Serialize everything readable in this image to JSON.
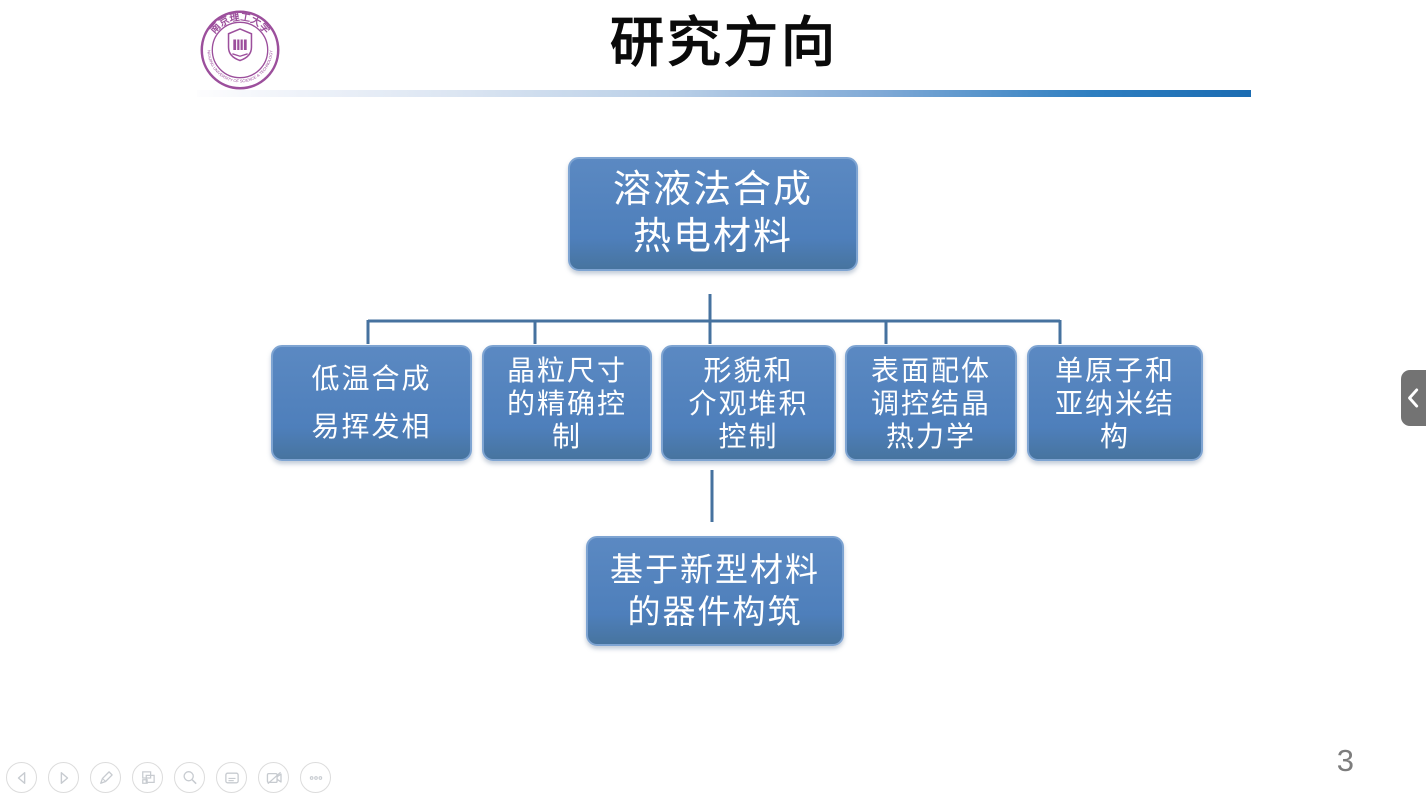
{
  "slide": {
    "title": "研究方向",
    "page_number": "3",
    "logo": {
      "icon": "university-seal-icon",
      "color": "#9c4f9c",
      "text_top": "南京理工大学",
      "text_bottom": "NANJING UNIVERSITY OF SCIENCE & TECHNOLOGY"
    },
    "accent_rule": {
      "start_color": "#fdfdfe",
      "end_color": "#1b6cb2"
    }
  },
  "diagram": {
    "type": "hierarchy",
    "node_fill": "#4e7fbb",
    "node_border": "#7ea4d2",
    "text_color": "#ffffff",
    "connector_color": "#46729f",
    "root": {
      "label": "溶液法合成\n热电材料"
    },
    "children": [
      {
        "label": "低温合成\n易挥发相"
      },
      {
        "label": "晶粒尺寸\n的精确控\n制"
      },
      {
        "label": "形貌和\n介观堆积\n控制"
      },
      {
        "label": "表面配体\n调控结晶\n热力学"
      },
      {
        "label": "单原子和\n亚纳米结\n构"
      }
    ],
    "grandchild": {
      "label": "基于新型材料\n的器件构筑"
    }
  },
  "presenter_toolbar": {
    "buttons": [
      {
        "icon": "previous-slide-icon"
      },
      {
        "icon": "next-slide-icon"
      },
      {
        "icon": "pen-icon"
      },
      {
        "icon": "slide-panel-icon"
      },
      {
        "icon": "magnifier-icon"
      },
      {
        "icon": "notes-icon"
      },
      {
        "icon": "camera-off-icon"
      },
      {
        "icon": "more-ellipsis-icon"
      }
    ]
  },
  "side_tab": {
    "icon": "chevron-left-icon"
  }
}
